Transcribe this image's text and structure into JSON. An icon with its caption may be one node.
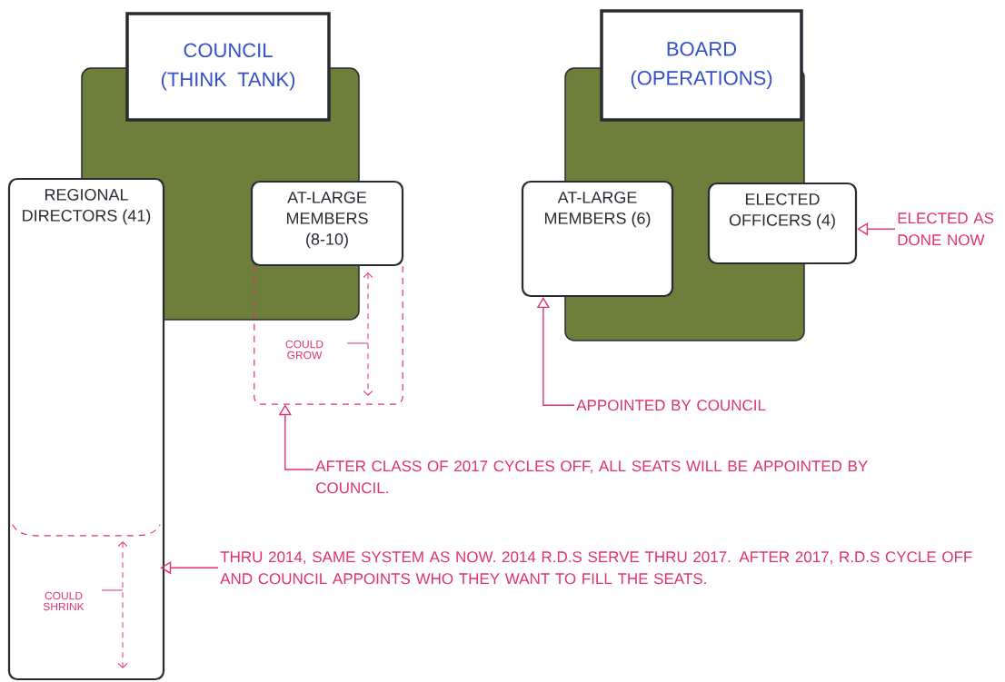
{
  "diagram": {
    "nodes": [
      {
        "text": [
          "COUNCIL",
          "(THINK TANK)"
        ]
      },
      {
        "text": [
          "REGIONAL DIRECTORS (41)"
        ]
      },
      {
        "text": [
          "AT-LARGE MEMBERS (8-10)"
        ]
      },
      {
        "text": [
          "BOARD",
          "(OPERATIONS)"
        ]
      },
      {
        "text": [
          "AT-LARGE MEMBERS (6)"
        ]
      },
      {
        "text": [
          "ELECTED OFFICERS (4)"
        ]
      },
      {
        "text": [
          "ELECTED AS DONE NOW"
        ]
      },
      {
        "text": [
          "APPOINTED BY COUNCIL"
        ]
      },
      {
        "text": [
          "AFTER CLASS OF 2017 CYCLES OFF, ALL SEATS WILL BE APPOINTED BY COUNCIL."
        ]
      },
      {
        "text": [
          "THRU 2014, SAME SYSTEM AS NOW. 2014 R.D.S SERVE THRU 2017. AFTER 2017, R.D.S CYCLE OFF AND COUNCIL APPOINTS WHO THEY WANT TO FILL THE SEATS."
        ]
      },
      {
        "text": [],
        "shape": "box"
      },
      {
        "text": [],
        "shape": "box",
        "in": 1
      }
    ],
    "edges": [
      {
        "from": 6,
        "to": 5,
        "arrow": "to"
      },
      {
        "from": 7,
        "to": 4,
        "arrow": "to"
      },
      {
        "from": 8,
        "to": 10,
        "arrow": "to"
      },
      {
        "from": 9,
        "to": 11,
        "arrow": "to"
      }
    ],
    "labels": [
      "COULD GROW",
      "COULD SHRINK"
    ]
  }
}
